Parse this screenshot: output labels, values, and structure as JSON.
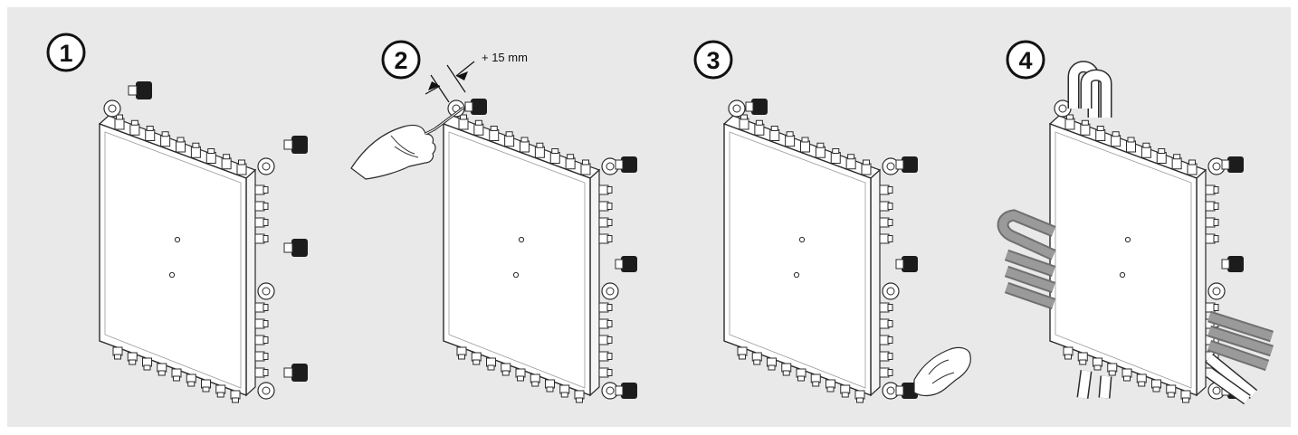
{
  "colors": {
    "background": "#e9e9e9",
    "device_body": "#ffffff",
    "outline": "#2b2b2b",
    "cap_dark": "#1c1c1c",
    "cable_gray": "#8e8e8e"
  },
  "steps": [
    {
      "number": "1",
      "description_icons": [
        "multiswitch-device-icon",
        "protective-cap-icon"
      ]
    },
    {
      "number": "2",
      "dimension_label": "+ 15 mm",
      "description_icons": [
        "multiswitch-device-icon",
        "hand-screwdriver-icon"
      ]
    },
    {
      "number": "3",
      "description_icons": [
        "multiswitch-device-icon",
        "hand-icon"
      ]
    },
    {
      "number": "4",
      "description_icons": [
        "multiswitch-device-icon",
        "coax-cable-icon"
      ]
    }
  ]
}
